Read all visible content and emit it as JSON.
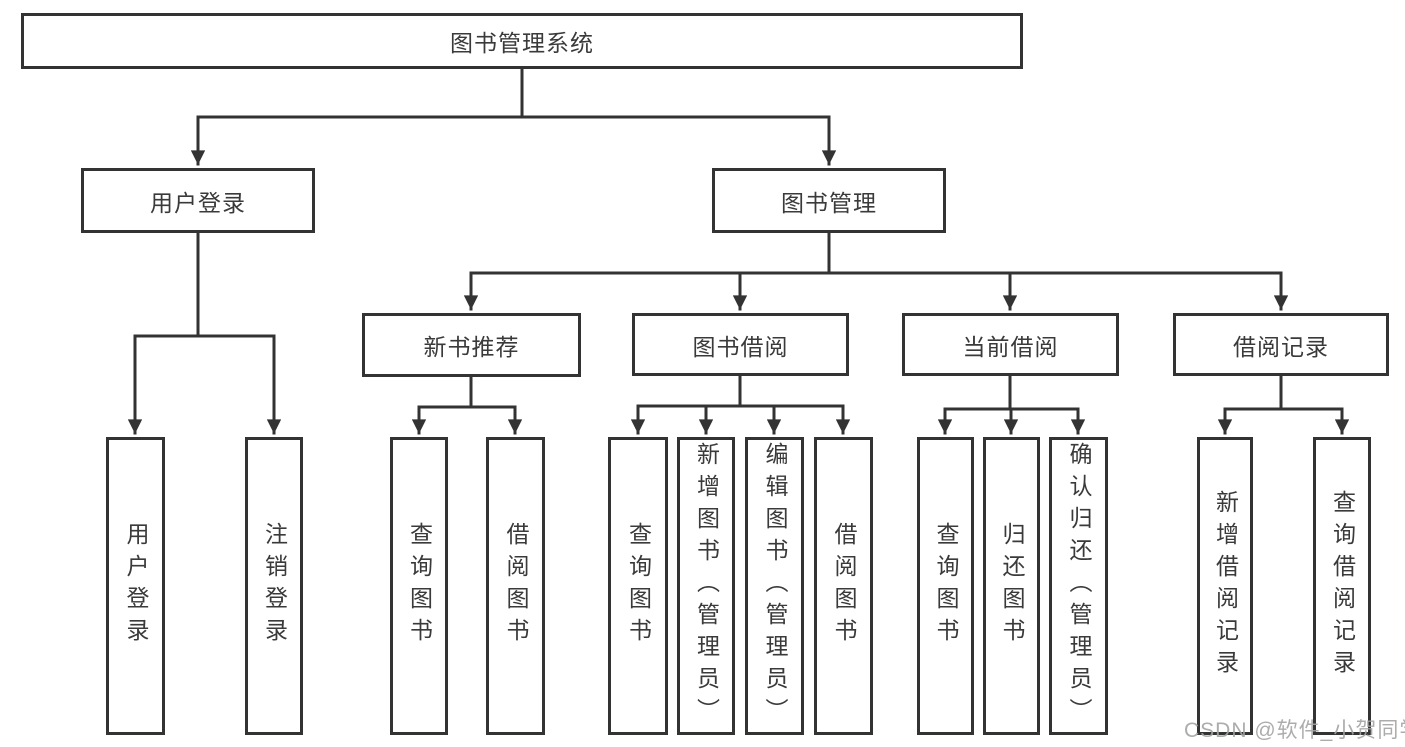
{
  "tree": {
    "label": "图书管理系统",
    "children": [
      {
        "label": "用户登录",
        "children": [
          {
            "label": "用户登录"
          },
          {
            "label": "注销登录"
          }
        ]
      },
      {
        "label": "图书管理",
        "children": [
          {
            "label": "新书推荐",
            "children": [
              {
                "label": "查询图书"
              },
              {
                "label": "借阅图书"
              }
            ]
          },
          {
            "label": "图书借阅",
            "children": [
              {
                "label": "查询图书"
              },
              {
                "label": "新增图书（管理员）"
              },
              {
                "label": "编辑图书（管理员）"
              },
              {
                "label": "借阅图书"
              }
            ]
          },
          {
            "label": "当前借阅",
            "children": [
              {
                "label": "查询图书"
              },
              {
                "label": "归还图书"
              },
              {
                "label": "确认归还（管理员）"
              }
            ]
          },
          {
            "label": "借阅记录",
            "children": [
              {
                "label": "新增借阅记录"
              },
              {
                "label": "查询借阅记录"
              }
            ]
          }
        ]
      }
    ]
  },
  "watermark": {
    "text": "CSDN @软件_小贺同学"
  },
  "colors": {
    "line": "#333333",
    "text": "#3a3a3a",
    "box_background": "#ffffff",
    "watermark": "#a4a4a4"
  }
}
